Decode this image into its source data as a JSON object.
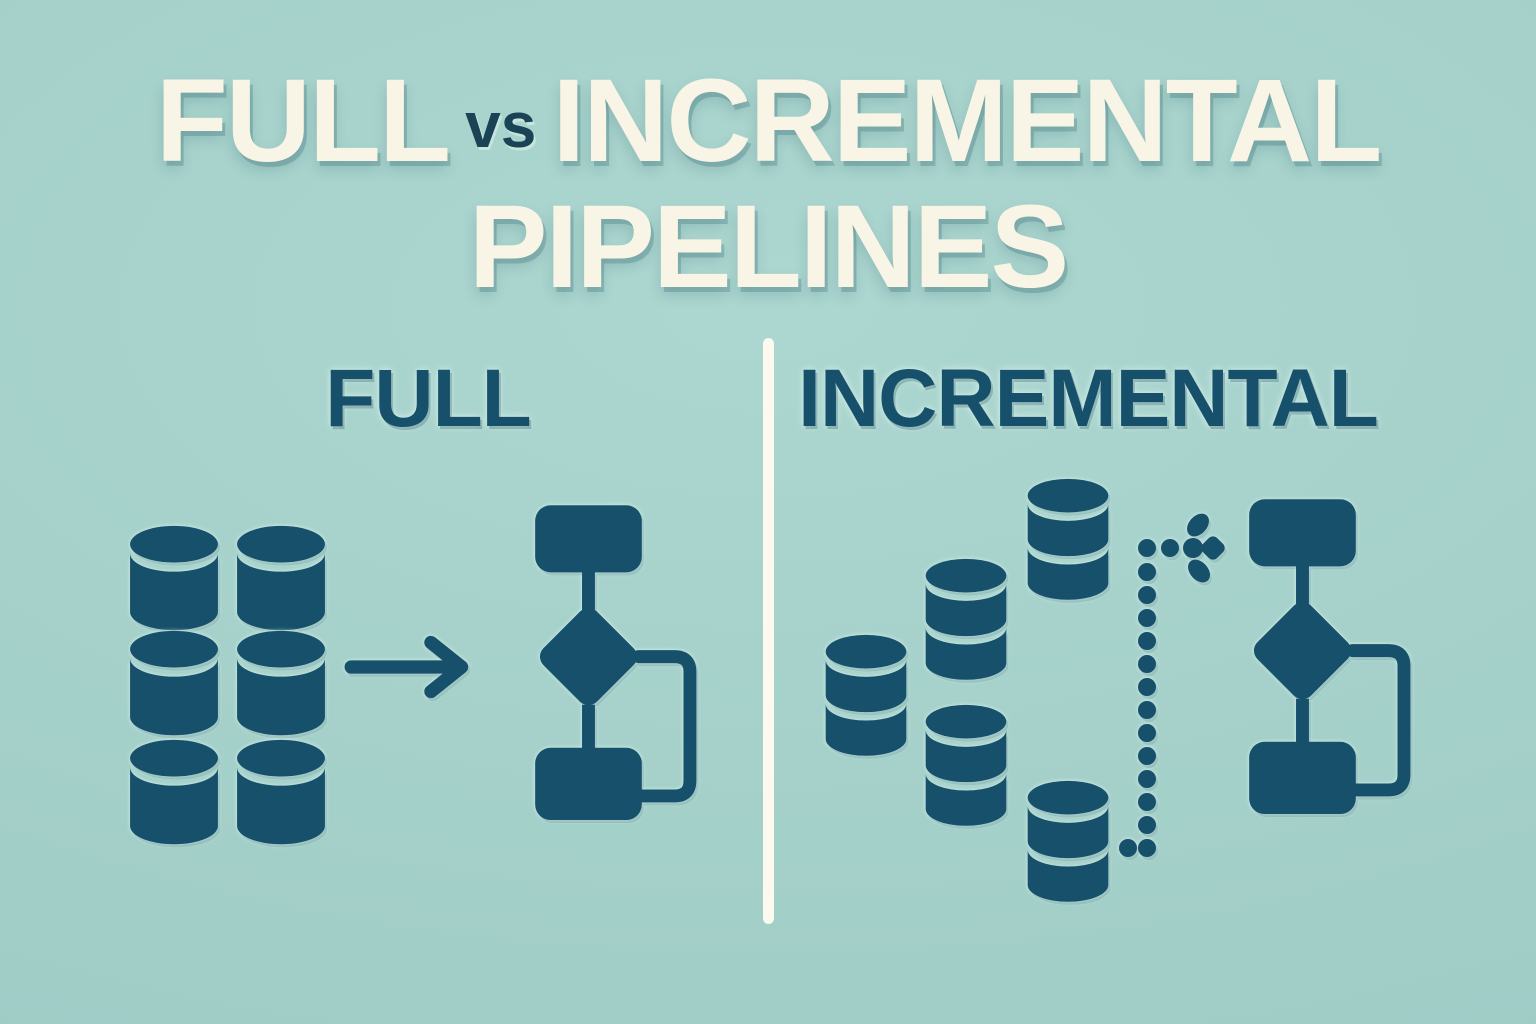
{
  "poster": {
    "title_line1_left": "FULL",
    "title_line1_vs": "vs",
    "title_line1_right": "INCREMENTAL",
    "title_line2": "PIPELINES"
  },
  "sections": {
    "left": {
      "label": "FULL",
      "database_icon_count": 6,
      "connector": "solid-arrow-right",
      "flowchart": "process-flowchart-with-loop"
    },
    "right": {
      "label": "INCREMENTAL",
      "database_icon_count": 5,
      "connector": "dotted-arrow-right",
      "flowchart": "process-flowchart-with-loop"
    }
  },
  "icons": [
    "database-icon",
    "stacked-database-icon",
    "arrow-right-icon",
    "dotted-arrow-icon",
    "flowchart-icon"
  ],
  "colors": {
    "background": "#a7d4cd",
    "ink": "#16506a",
    "vs_ink": "#1b4356",
    "cream": "#f9f5e6",
    "divider": "#fcf9ee"
  }
}
